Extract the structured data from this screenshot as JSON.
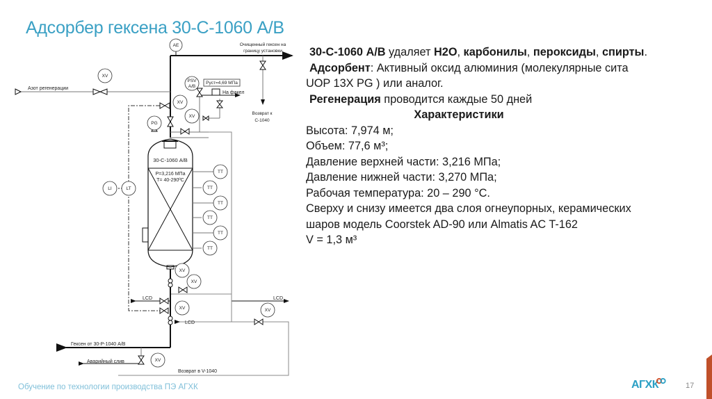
{
  "slide": {
    "title": "Адсорбер гексена 30-С-1060 А/В",
    "page_number": "17",
    "footer": "Обучение по технологии производства ПЭ АГХК",
    "logo_text": "АГХК",
    "colors": {
      "accent_blue": "#3aa0c4",
      "footer_blue": "#7fbfd9",
      "accent_orange": "#c0502a"
    }
  },
  "diagram": {
    "vessel_label": "30-С-1060 А/В",
    "vessel_pressure": "P=3,216 МПа",
    "vessel_temp": "T= 40-290ºC",
    "psv_setpoint": "Pуст=4,69 МПа",
    "instruments": {
      "ae": "AE",
      "xv": "XV",
      "psv_line1": "PSV",
      "psv_line2": "A/B",
      "pg": "PG",
      "li": "LI",
      "lt": "LT",
      "tt": "TT"
    },
    "streams": {
      "purified_hexene_line1": "Очищенный гексен на",
      "purified_hexene_line2": "границу установки",
      "nitrogen_regen": "Азот регенерации",
      "to_flare": "На факел",
      "return_c1040_line1": "Возврат к",
      "return_c1040_line2": "С-1040",
      "lcd": "LCD",
      "hexene_from": "Гексен от 30-Р-1040 А/В",
      "emergency_drain": "Аварийный слив",
      "return_v1040": "Возврат в V-1040"
    }
  },
  "text_panel": {
    "line1_bold_a": "30-С-1060 А/В",
    "line1_text_a": " удаляет ",
    "line1_bold_b": "H2O",
    "line1_text_b": ", ",
    "line1_bold_c": "карбонилы",
    "line1_text_c": ", ",
    "line1_bold_d": "пероксиды",
    "line1_text_d": ", ",
    "line1_bold_e": "спирты",
    "line1_text_e": ".",
    "adsorbent_label": "Адсорбент",
    "adsorbent_text": ": Активный оксид алюминия (молекулярные сита",
    "adsorbent_text2": "UOP 13X PG ) или аналог.",
    "regen_label": "Регенерация",
    "regen_text": " проводится каждые 50 дней",
    "characteristics_heading": "Характеристики",
    "characteristics": [
      "Высота: 7,974 м;",
      "Объем: 77,6 м³;",
      "Давление верхней части: 3,216 МПа;",
      "Давление нижней части: 3,270 МПа;",
      "Рабочая температура: 20 – 290 °С.",
      "Сверху и снизу имеется два слоя огнеупорных, керамических",
      "шаров модель Coorstek AD-90 или Almatis AC T-162",
      "V = 1,3 м³"
    ]
  }
}
